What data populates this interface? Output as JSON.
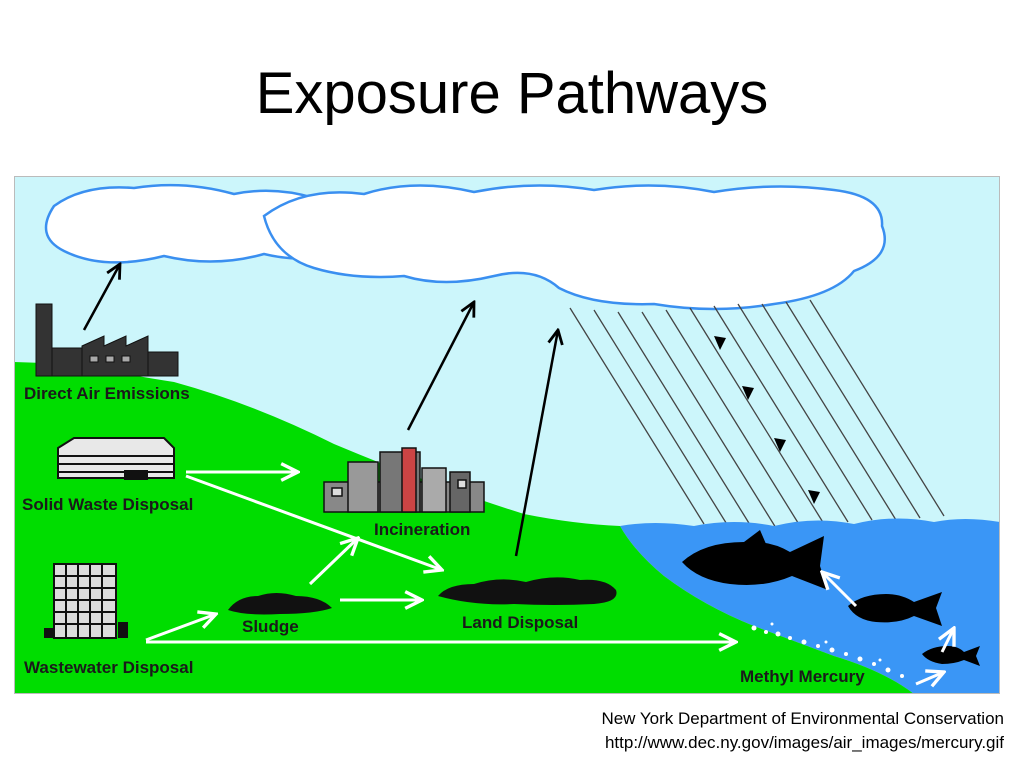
{
  "slide": {
    "title": "Exposure Pathways"
  },
  "diagram": {
    "labels": {
      "direct_air_emissions": "Direct Air Emissions",
      "solid_waste_disposal": "Solid Waste Disposal",
      "wastewater_disposal": "Wastewater Disposal",
      "incineration": "Incineration",
      "sludge": "Sludge",
      "land_disposal": "Land Disposal",
      "methyl_mercury": "Methyl Mercury"
    },
    "colors": {
      "sky": "#ccf6fb",
      "cloud_outline": "#3a8ff0",
      "land": "#00dd00",
      "water": "#3a96f6",
      "arrow_black": "#000000",
      "arrow_white": "#ffffff"
    },
    "icons": [
      "factory-icon",
      "warehouse-icon",
      "office-building-icon",
      "incinerator-icon",
      "fish-icon"
    ]
  },
  "caption": {
    "line1": "New York Department of Environmental Conservation",
    "line2": "http://www.dec.ny.gov/images/air_images/mercury.gif"
  }
}
